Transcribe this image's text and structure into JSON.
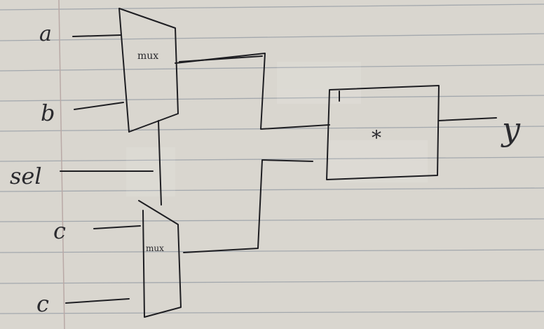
{
  "paper": {
    "background": "#d9d6cf",
    "rule_color": "#9aa0a8",
    "margin_color": "#b9a9a6",
    "ink_color": "#1e1e22"
  },
  "inputs": {
    "a": "a",
    "b": "b",
    "sel": "sel",
    "c_upper": "c",
    "c_lower": "c"
  },
  "blocks": {
    "mux_top_label": "mux",
    "mux_bottom_label": "mux",
    "multiplier_label": "*"
  },
  "output": {
    "y": "y"
  }
}
